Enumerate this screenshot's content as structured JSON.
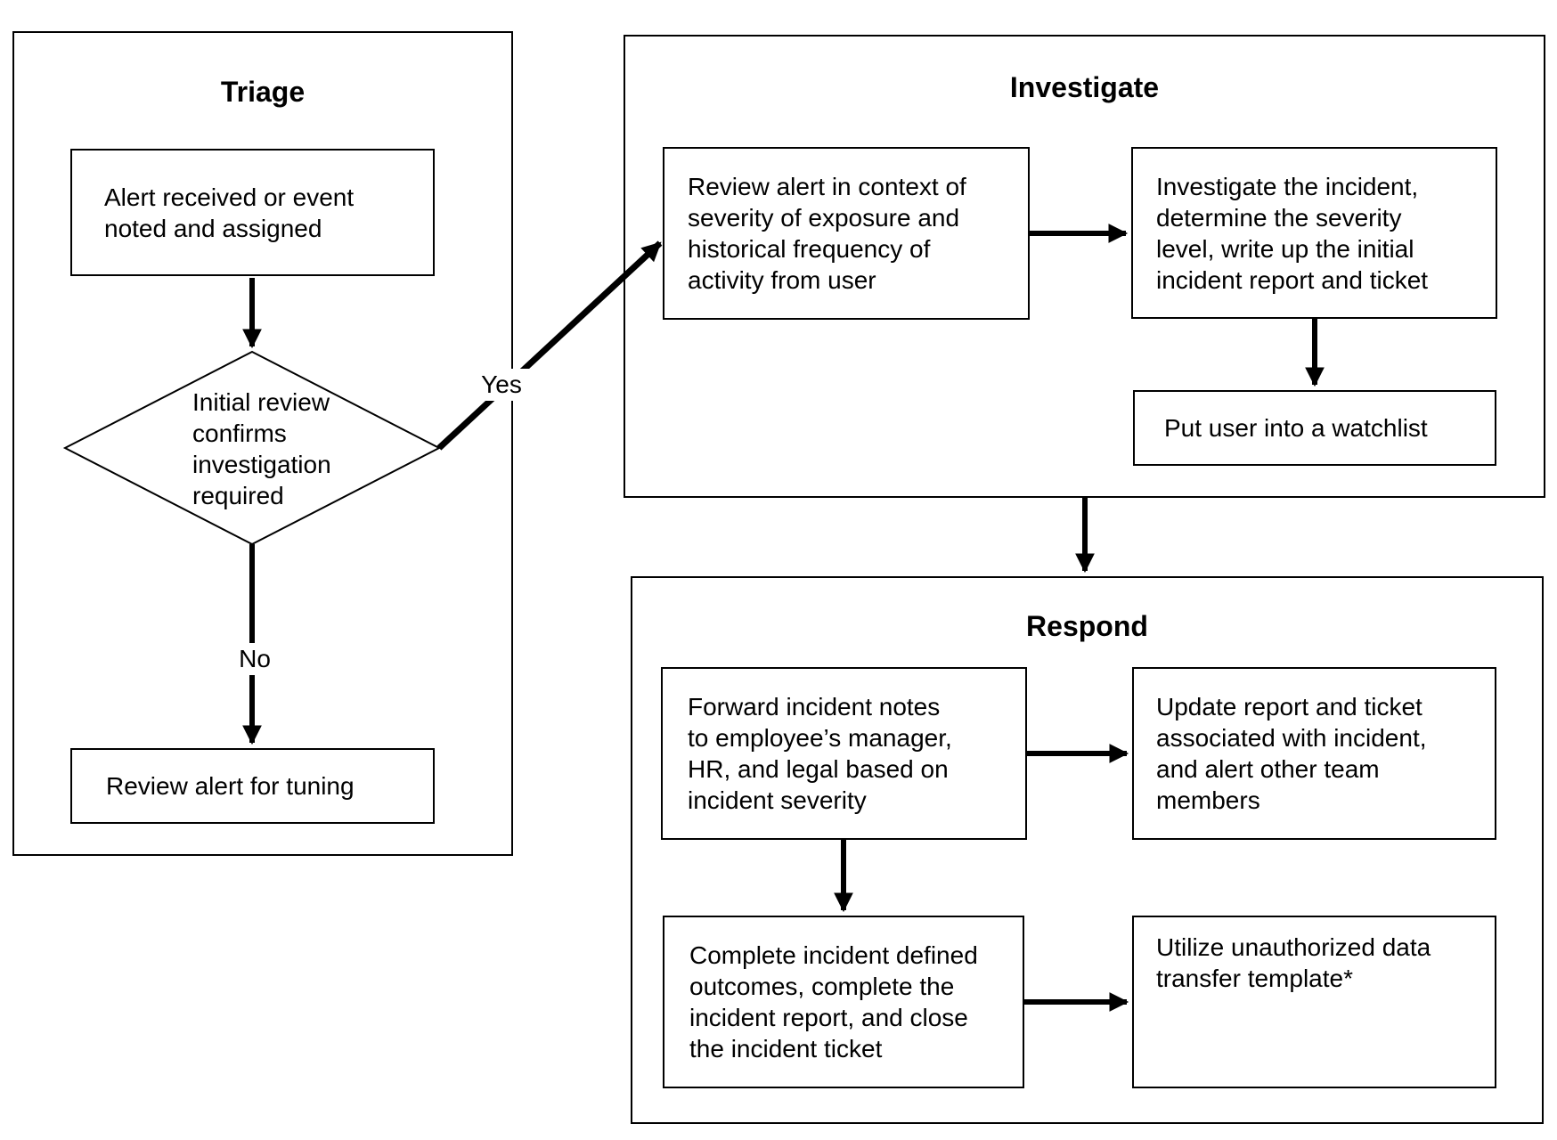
{
  "canvas": {
    "background": "#ffffff",
    "stroke_color": "#000000",
    "text_color": "#000000"
  },
  "triage": {
    "title": "Triage",
    "alert_box": {
      "lines": [
        "Alert received or event",
        "noted and assigned"
      ]
    },
    "decision": {
      "lines": [
        "Initial review",
        "confirms",
        "investigation",
        "required"
      ]
    },
    "yes_label": "Yes",
    "no_label": "No",
    "tuning_box": {
      "lines": [
        "Review alert for tuning"
      ]
    }
  },
  "investigate": {
    "title": "Investigate",
    "context_box": {
      "lines": [
        "Review alert in context of",
        "severity of exposure and",
        "historical frequency of",
        "activity from user"
      ]
    },
    "investigate_box": {
      "lines": [
        "Investigate the incident,",
        "determine the severity",
        "level, write up the initial",
        "incident report and ticket"
      ]
    },
    "watchlist_box": {
      "lines": [
        "Put user into a watchlist"
      ]
    }
  },
  "respond": {
    "title": "Respond",
    "forward_box": {
      "lines": [
        "Forward incident notes",
        "to employee’s manager,",
        "HR, and legal based on",
        "incident severity"
      ]
    },
    "update_box": {
      "lines": [
        "Update report and ticket",
        "associated with incident,",
        "and alert other team",
        "members"
      ]
    },
    "complete_box": {
      "lines": [
        "Complete incident defined",
        "outcomes, complete the",
        "incident report, and close",
        "the incident ticket"
      ]
    },
    "utilize_box": {
      "lines": [
        "Utilize unauthorized data",
        "transfer template*"
      ]
    }
  }
}
